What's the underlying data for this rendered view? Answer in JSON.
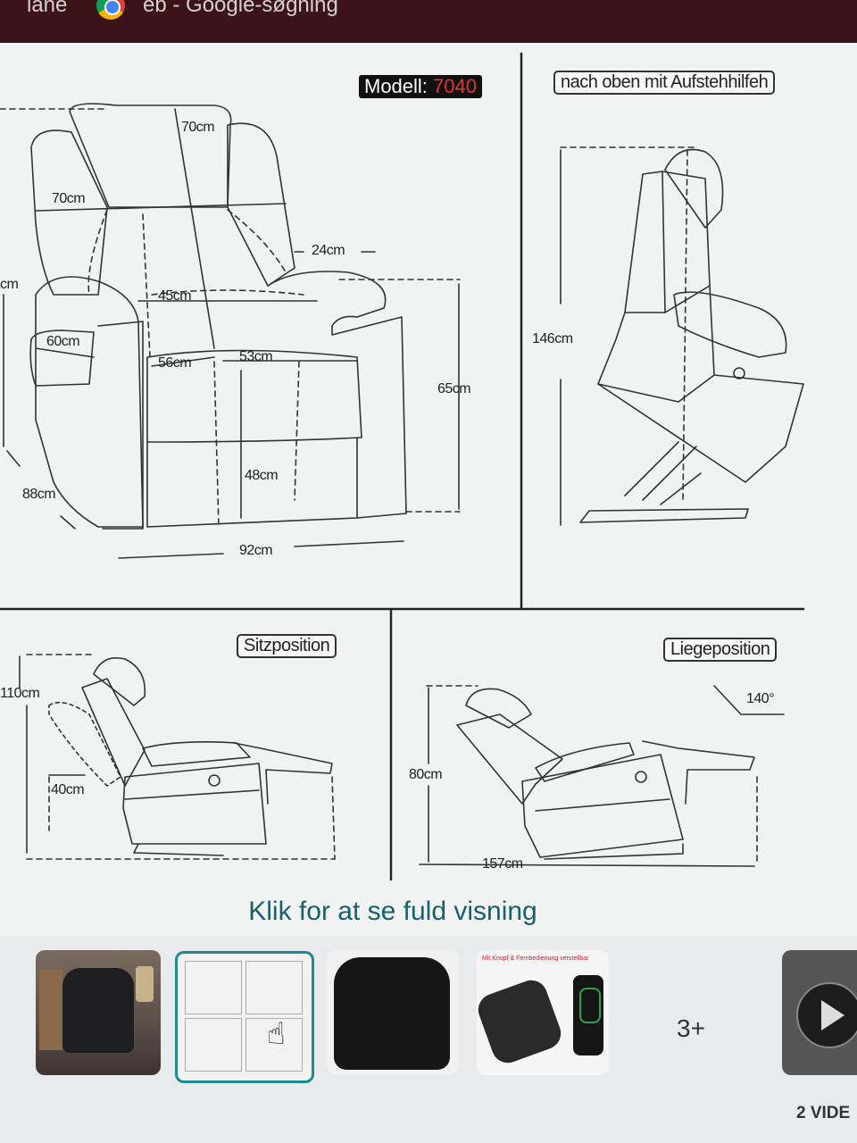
{
  "browser": {
    "tab_title_left": "lane",
    "tab_title": "eb - Google-søgning"
  },
  "sheet": {
    "model_label": "Modell: ",
    "model_number": "7040",
    "panels": {
      "front": {
        "dims": [
          "70cm",
          "70cm",
          "24cm",
          "45cm",
          "60cm",
          "56cm",
          "53cm",
          "65cm",
          "48cm",
          "92cm",
          "88cm",
          "cm"
        ]
      },
      "lift": {
        "label": "nach oben mit Aufstehhilfeh",
        "height": "146cm"
      },
      "sit": {
        "label": "Sitzposition",
        "height": "110cm",
        "depth": "40cm"
      },
      "recline": {
        "label": "Liegeposition",
        "angle": "140°",
        "height": "80cm",
        "length": "157cm"
      }
    }
  },
  "cta": "Klik for at se fuld visning",
  "thumbnails": {
    "banner_text": "Mit Knopf & Fernbedienung verstellbar",
    "more_label": "3+",
    "video_label": "2 VIDE"
  },
  "colors": {
    "topbar": "#3a1416",
    "cta_text": "#18606e",
    "selected_thumb_border": "#1f8a94",
    "model_number": "#e23232"
  }
}
